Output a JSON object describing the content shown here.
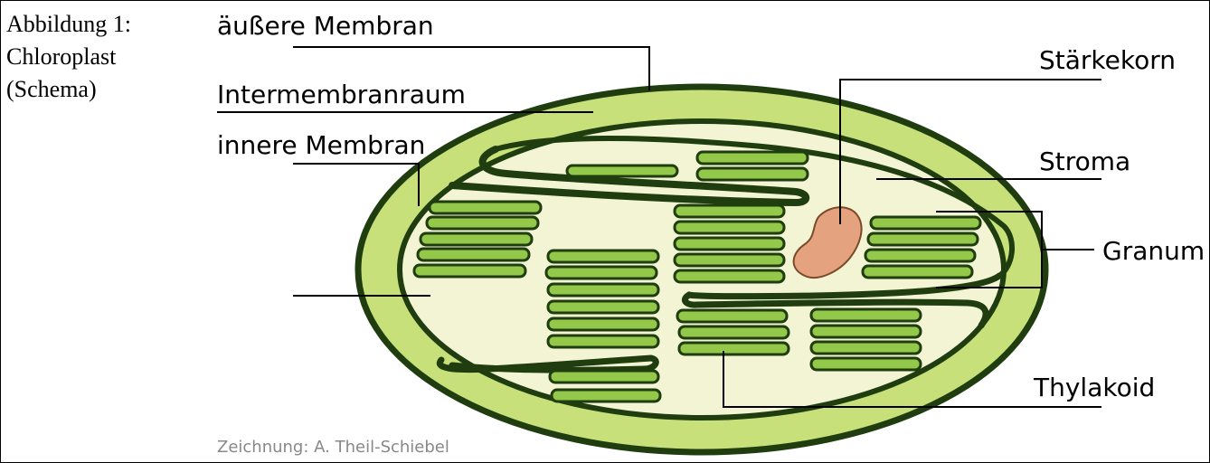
{
  "caption": {
    "line1": "Abbildung 1:",
    "line2": "Chloroplast",
    "line3": "(Schema)"
  },
  "labels": {
    "outer_membrane": "äußere Membran",
    "intermembrane_space": "Intermembranraum",
    "inner_membrane": "innere Membran",
    "starch_grain": "Stärkekorn",
    "stroma": "Stroma",
    "granum": "Granum",
    "thylakoid": "Thylakoid"
  },
  "credit": "Zeichnung: A. Theil-Schiebel",
  "colors": {
    "outline": "#1f3d0f",
    "membrane_green": "#c8e07a",
    "stroma": "#f2f4d4",
    "thylakoid": "#93c84a",
    "starch": "#e5a27e",
    "starch_outline": "#7a4a2a",
    "credit_text": "#888888"
  }
}
